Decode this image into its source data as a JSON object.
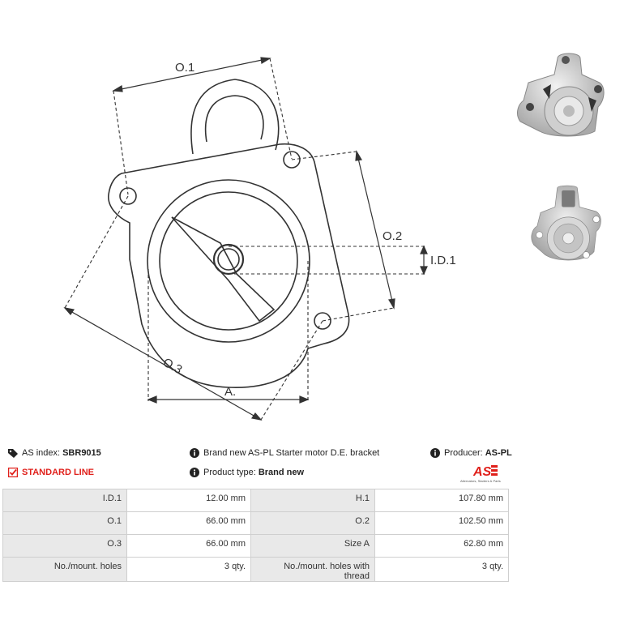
{
  "labels": {
    "o1": "O.1",
    "o2": "O.2",
    "o3": "O.3",
    "id1": "I.D.1",
    "a": "A."
  },
  "info": {
    "as_index_label": "AS index:",
    "as_index_value": "SBR9015",
    "standard_line": "STANDARD LINE",
    "description": "Brand new AS-PL Starter motor D.E. bracket",
    "product_type_label": "Product type:",
    "product_type_value": "Brand new",
    "producer_label": "Producer:",
    "producer_value": "AS-PL"
  },
  "logo": {
    "mark": "AS",
    "tagline": "Alternators, Starters & Parts"
  },
  "specs": [
    [
      "I.D.1",
      "12.00 mm",
      "H.1",
      "107.80 mm"
    ],
    [
      "O.1",
      "66.00 mm",
      "O.2",
      "102.50 mm"
    ],
    [
      "O.3",
      "66.00 mm",
      "Size A",
      "62.80 mm"
    ],
    [
      "No./mount. holes",
      "3 qty.",
      "No./mount. holes with thread",
      "3 qty."
    ]
  ],
  "colors": {
    "accent": "#e0201b",
    "line": "#333333"
  }
}
